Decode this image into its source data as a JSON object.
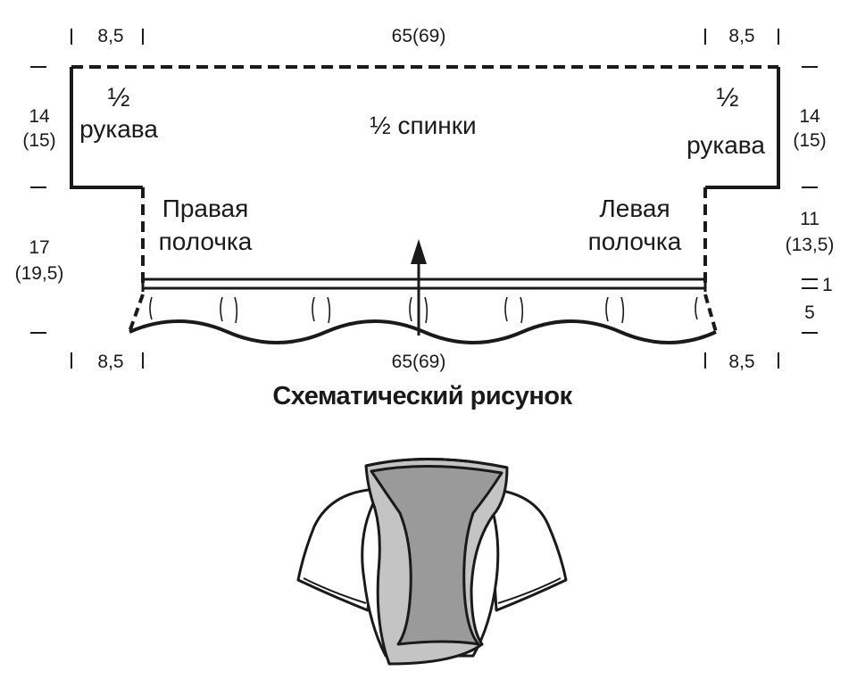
{
  "top_dims": {
    "left": "8,5",
    "center": "65(69)",
    "right": "8,5"
  },
  "bottom_dims": {
    "left": "8,5",
    "center": "65(69)",
    "right": "8,5"
  },
  "left_dims": {
    "upper_a": "14",
    "upper_b": "(15)",
    "lower_a": "17",
    "lower_b": "(19,5)"
  },
  "right_dims": {
    "upper_a": "14",
    "upper_b": "(15)",
    "lower_a": "11",
    "lower_b": "(13,5)",
    "band_a": "1",
    "band_b": "5"
  },
  "labels": {
    "half_symbol": "½",
    "sleeve": "рукава",
    "back": "½ спинки",
    "right_front_1": "Правая",
    "right_front_2": "полочка",
    "left_front_1": "Левая",
    "left_front_2": "полочка"
  },
  "caption": "Схематический рисунок",
  "colors": {
    "ink": "#1a1a1a",
    "panel_light": "#c4c4c4",
    "panel_dark": "#9a9a9a"
  }
}
